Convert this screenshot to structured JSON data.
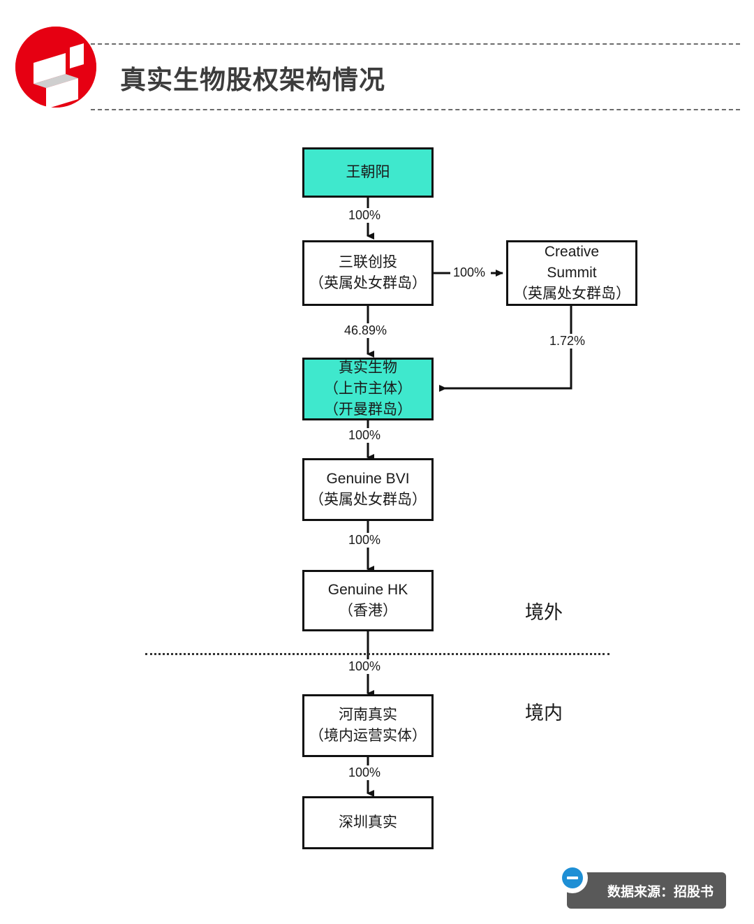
{
  "header": {
    "title": "真实生物股权架构情况",
    "logo_icon": "shenzhen-s-logo-icon",
    "logo_color": "#E60012",
    "title_color": "#3c3c3c"
  },
  "chart_data": {
    "type": "diagram",
    "title": "真实生物股权架构情况",
    "diagram_kind": "org-ownership-structure",
    "highlight_color": "#3FE8CD",
    "border_color": "#111111",
    "nodes": [
      {
        "id": "wangzhaoyang",
        "lines": [
          "王朝阳"
        ],
        "highlight": true
      },
      {
        "id": "sanlian",
        "lines": [
          "三联创投",
          "（英属处女群岛）"
        ],
        "highlight": false
      },
      {
        "id": "creative",
        "lines": [
          "Creative",
          "Summit",
          "（英属处女群岛）"
        ],
        "highlight": false
      },
      {
        "id": "zhenshi",
        "lines": [
          "真实生物",
          "（上市主体）",
          "（开曼群岛）"
        ],
        "highlight": true
      },
      {
        "id": "genuine_bvi",
        "lines": [
          "Genuine BVI",
          "（英属处女群岛）"
        ],
        "highlight": false
      },
      {
        "id": "genuine_hk",
        "lines": [
          "Genuine HK",
          "（香港）"
        ],
        "highlight": false
      },
      {
        "id": "henan",
        "lines": [
          "河南真实",
          "（境内运营实体）"
        ],
        "highlight": false
      },
      {
        "id": "shenzhen",
        "lines": [
          "深圳真实"
        ],
        "highlight": false
      }
    ],
    "edges": [
      {
        "from": "wangzhaoyang",
        "to": "sanlian",
        "label": "100%",
        "direction": "down"
      },
      {
        "from": "sanlian",
        "to": "creative",
        "label": "100%",
        "direction": "right"
      },
      {
        "from": "sanlian",
        "to": "zhenshi",
        "label": "46.89%",
        "direction": "down"
      },
      {
        "from": "creative",
        "to": "zhenshi",
        "label": "1.72%",
        "direction": "down-left"
      },
      {
        "from": "zhenshi",
        "to": "genuine_bvi",
        "label": "100%",
        "direction": "down"
      },
      {
        "from": "genuine_bvi",
        "to": "genuine_hk",
        "label": "100%",
        "direction": "down"
      },
      {
        "from": "genuine_hk",
        "to": "henan",
        "label": "100%",
        "direction": "down"
      },
      {
        "from": "henan",
        "to": "shenzhen",
        "label": "100%",
        "direction": "down"
      }
    ],
    "zones": [
      {
        "id": "offshore",
        "label": "境外"
      },
      {
        "id": "onshore",
        "label": "境内"
      }
    ],
    "divider": {
      "style": "dotted",
      "separates": [
        "境外",
        "境内"
      ]
    }
  },
  "footer": {
    "source_text": "数据来源：招股书",
    "badge_color": "#595959",
    "icon_color": "#1E8FD5",
    "icon_name": "no-entry-icon"
  }
}
